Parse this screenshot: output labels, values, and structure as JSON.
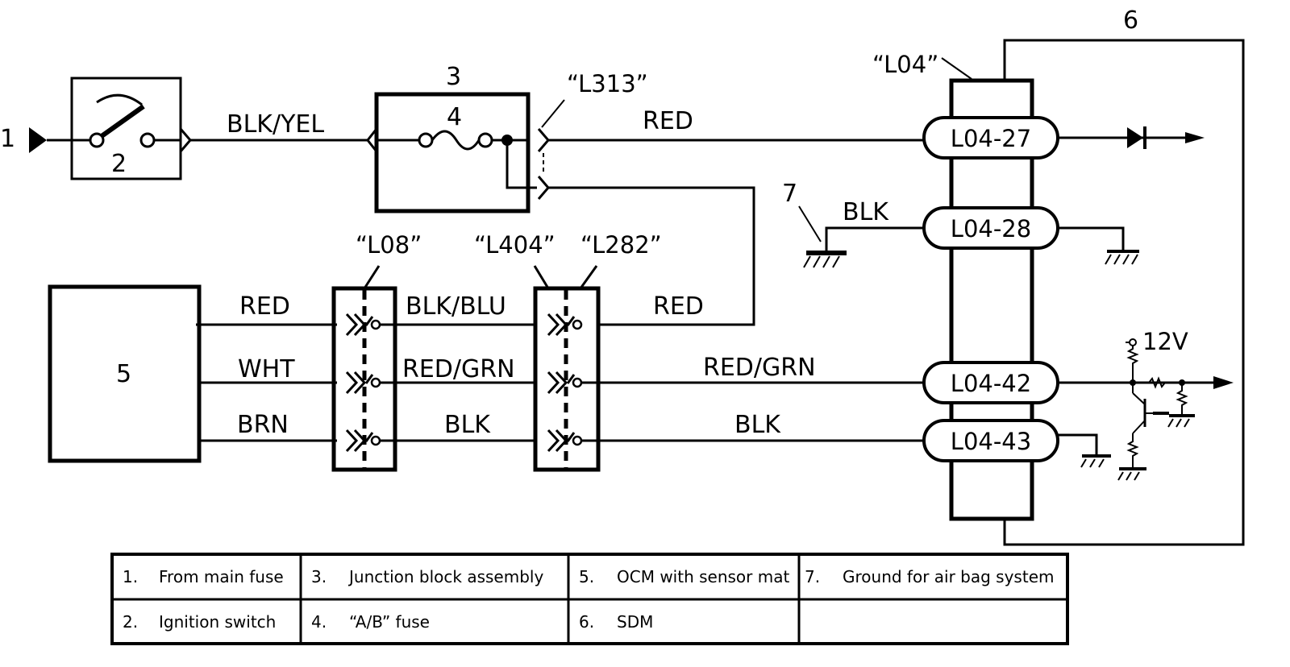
{
  "callouts": {
    "c1": "1",
    "c2": "2",
    "c3": "3",
    "c4": "4",
    "c5": "5",
    "c6": "6",
    "c7": "7"
  },
  "connectors": {
    "l313": "“L313”",
    "l04": "“L04”",
    "l08": "“L08”",
    "l404": "“L404”",
    "l282": "“L282”"
  },
  "wires": {
    "blk_yel": "BLK/YEL",
    "red_top": "RED",
    "blk_ground": "BLK",
    "red_left": "RED",
    "blk_blu": "BLK/BLU",
    "red_mid": "RED",
    "wht": "WHT",
    "red_grn_mid": "RED/GRN",
    "red_grn_right": "RED/GRN",
    "brn": "BRN",
    "blk_mid": "BLK",
    "blk_right": "BLK"
  },
  "pins": {
    "p27": "L04-27",
    "p28": "L04-28",
    "p42": "L04-42",
    "p43": "L04-43"
  },
  "voltage": "12V",
  "legend": [
    [
      "1.",
      "From main fuse"
    ],
    [
      "3.",
      "Junction block assembly"
    ],
    [
      "5.",
      "OCM with sensor mat"
    ],
    [
      "7.",
      "Ground for air bag system"
    ],
    [
      "2.",
      "Ignition switch"
    ],
    [
      "4.",
      "“A/B” fuse"
    ],
    [
      "6.",
      "SDM"
    ]
  ]
}
